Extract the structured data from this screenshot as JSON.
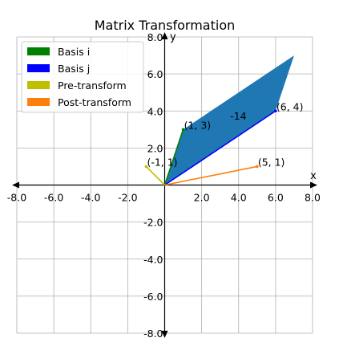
{
  "chart_data": {
    "type": "line",
    "title": "Matrix Transformation",
    "xlabel": "x",
    "ylabel": "y",
    "xlim": [
      -8,
      8
    ],
    "ylim": [
      -8,
      8
    ],
    "grid": true,
    "legend_position": "top-left",
    "x_ticks": [
      "-8.0",
      "-6.0",
      "-4.0",
      "-2.0",
      "2.0",
      "4.0",
      "6.0",
      "8.0"
    ],
    "y_ticks": [
      "8.0",
      "6.0",
      "4.0",
      "2.0",
      "-2.0",
      "-4.0",
      "-6.0",
      "-8.0"
    ],
    "x_tick_values": [
      -8,
      -6,
      -4,
      -2,
      2,
      4,
      6,
      8
    ],
    "y_tick_values": [
      8,
      6,
      4,
      2,
      -2,
      -4,
      -6,
      -8
    ],
    "legend": [
      {
        "label": "Basis i",
        "color": "#008000"
      },
      {
        "label": "Basis j",
        "color": "#0000ff"
      },
      {
        "label": "Pre-transform",
        "color": "#bfbf00"
      },
      {
        "label": "Post-transform",
        "color": "#ff7f0e"
      }
    ],
    "vectors": [
      {
        "name": "Basis i",
        "from": [
          0,
          0
        ],
        "to": [
          1,
          3
        ],
        "color": "#008000"
      },
      {
        "name": "Basis j",
        "from": [
          0,
          0
        ],
        "to": [
          6,
          4
        ],
        "color": "#0000ff"
      },
      {
        "name": "Pre-transform",
        "from": [
          0,
          0
        ],
        "to": [
          -1,
          1
        ],
        "color": "#bfbf00"
      },
      {
        "name": "Post-transform",
        "from": [
          0,
          0
        ],
        "to": [
          5,
          1
        ],
        "color": "#ff7f0e"
      }
    ],
    "parallelogram": {
      "vertices": [
        [
          0,
          0
        ],
        [
          1,
          3
        ],
        [
          7,
          7
        ],
        [
          6,
          4
        ]
      ],
      "color": "#1f77b4"
    },
    "annotations": [
      {
        "text": "(1, 3)",
        "x": 1,
        "y": 3
      },
      {
        "text": "(6, 4)",
        "x": 6,
        "y": 4
      },
      {
        "text": "(-1, 1)",
        "x": -1,
        "y": 1
      },
      {
        "text": "(5, 1)",
        "x": 5,
        "y": 1
      },
      {
        "text": "-14",
        "x": 3.5,
        "y": 3.5
      }
    ]
  }
}
